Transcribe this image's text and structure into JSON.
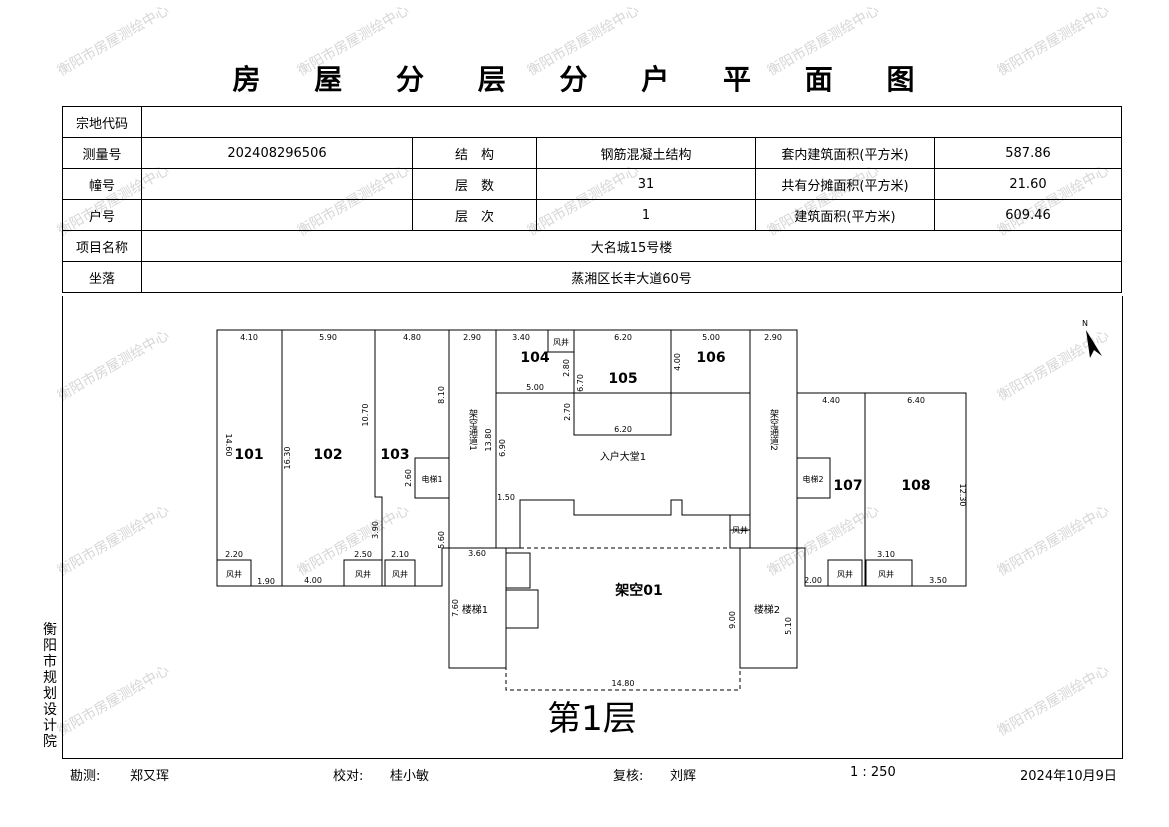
{
  "title": "房 屋 分 层 分 户 平 面 图",
  "info": {
    "parcel_code_label": "宗地代码",
    "parcel_code": "",
    "survey_no_label": "测量号",
    "survey_no": "202408296506",
    "structure_label": "结　构",
    "structure": "钢筋混凝土结构",
    "inner_area_label": "套内建筑面积(平方米)",
    "inner_area": "587.86",
    "building_label": "幢号",
    "building": "",
    "floors_label": "层　数",
    "floors": "31",
    "shared_area_label": "共有分摊面积(平方米)",
    "shared_area": "21.60",
    "unit_label": "户号",
    "unit": "",
    "floor_no_label": "层　次",
    "floor_no": "1",
    "building_area_label": "建筑面积(平方米)",
    "building_area": "609.46",
    "project_label": "项目名称",
    "project": "大名城15号楼",
    "location_label": "坐落",
    "location": "蒸湘区长丰大道60号"
  },
  "plan": {
    "floor_label": "第1层",
    "rooms": {
      "r101": "101",
      "r102": "102",
      "r103": "103",
      "r104": "104",
      "r105": "105",
      "r106": "106",
      "r107": "107",
      "r108": "108",
      "open_space": "架空01",
      "lobby": "入户大堂1",
      "stair1": "楼梯1",
      "stair2": "楼梯2",
      "elevator1": "电梯1",
      "elevator2": "电梯2",
      "corridor1": "架空通道1",
      "corridor2": "架空通道2",
      "shaft": "风井"
    },
    "dims": [
      "4.10",
      "5.90",
      "4.80",
      "2.90",
      "3.40",
      "6.20",
      "5.00",
      "2.90",
      "4.40",
      "6.40",
      "14.60",
      "16.30",
      "10.70",
      "8.10",
      "13.80",
      "6.90",
      "6.70",
      "2.70",
      "4.00",
      "2.80",
      "5.00",
      "6.20",
      "2.20",
      "2.60",
      "3.90",
      "5.60",
      "2.50",
      "2.10",
      "4.00",
      "1.90",
      "3.60",
      "7.60",
      "9.00",
      "5.10",
      "14.80",
      "3.10",
      "3.50",
      "12.30",
      "2.00",
      "1.50"
    ],
    "north": "N"
  },
  "watermark": "衡阳市房屋测绘中心",
  "side_note": "衡阳市规划设计院",
  "footer": {
    "surveyor_label": "勘测:",
    "surveyor": "郑又珲",
    "checker_label": "校对:",
    "checker": "桂小敏",
    "reviewer_label": "复核:",
    "reviewer": "刘辉",
    "scale": "1 : 250",
    "date": "2024年10月9日"
  }
}
